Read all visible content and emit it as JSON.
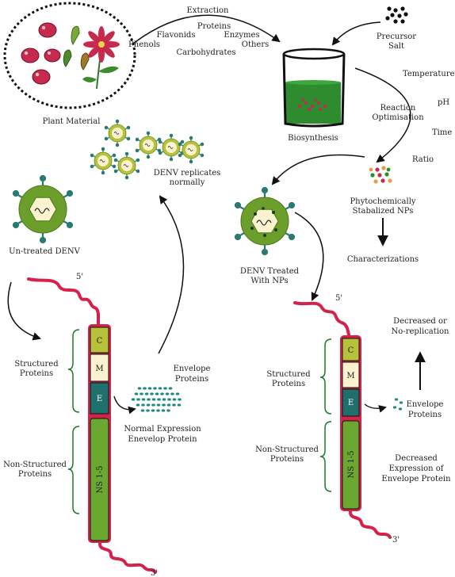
{
  "plant": {
    "caption": "Plant Material"
  },
  "extraction": {
    "title": "Extraction",
    "compounds": [
      "Proteins",
      "Flavonids",
      "Enzymes",
      "Phenols",
      "Others",
      "Carbohydrates"
    ]
  },
  "precursor": {
    "line1": "Precursor",
    "line2": "Salt"
  },
  "biosynthesis": "Biosynthesis",
  "optimisation": {
    "title_line1": "Reaction",
    "title_line2": "Optimisation",
    "parameters": [
      "Temperature",
      "pH",
      "Time",
      "Ratio"
    ]
  },
  "nps": {
    "line1": "Phytochemically",
    "line2": "Stabalized NPs"
  },
  "characterizations": "Characterizations",
  "replicates": {
    "line1": "DENV replicates",
    "line2": "normally"
  },
  "untreated": "Un-treated DENV",
  "treated": {
    "line1": "DENV Treated",
    "line2": "With NPs"
  },
  "left_genome": {
    "five_prime": "5'",
    "three_prime": "3'",
    "segments": [
      "C",
      "M",
      "E",
      "NS 1-5"
    ],
    "structured_line1": "Structured",
    "structured_line2": "Proteins",
    "nonstructured_line1": "Non-Structured",
    "nonstructured_line2": "Proteins",
    "envelope_line1": "Envelope",
    "envelope_line2": "Proteins",
    "expression_line1": "Normal Expression",
    "expression_line2": "Enevelop Protein"
  },
  "right_genome": {
    "five_prime": "5'",
    "three_prime": "3'",
    "segments": [
      "C",
      "M",
      "E",
      "NS 1-5"
    ],
    "structured_line1": "Structured",
    "structured_line2": "Proteins",
    "nonstructured_line1": "Non-Structured",
    "nonstructured_line2": "Proteins",
    "envelope_line1": "Envelope",
    "envelope_line2": "Proteins",
    "decreased_line1": "Decreased or",
    "decreased_line2": "No-replication",
    "expression_line1": "Decreased",
    "expression_line2": "Expression of",
    "expression_line3": "Envelope Protein"
  },
  "colors": {
    "rna": "#d4234a",
    "capsid": "#b5c23a",
    "membrane": "#fbf3cf",
    "envelope": "#1f6f6a",
    "nonstructural": "#6aa832",
    "virus_shell": "#6b9e2b",
    "virus_spike": "#2a7a72",
    "beaker_liquid": "#2e8b2e"
  }
}
